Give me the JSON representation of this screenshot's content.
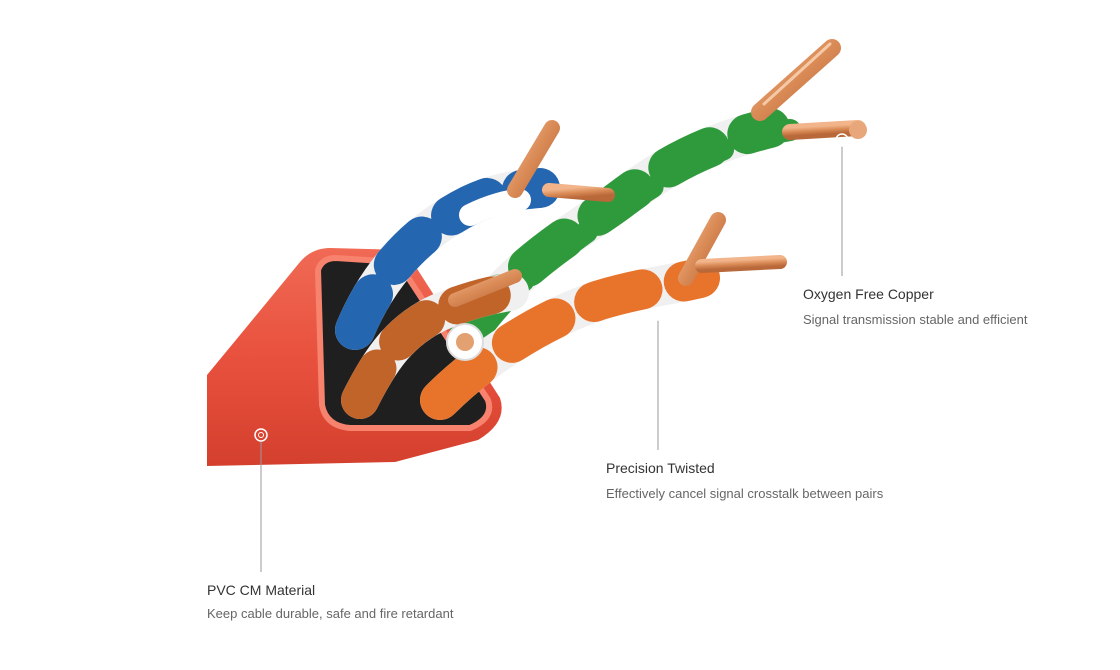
{
  "callouts": [
    {
      "title": "PVC  CM Material",
      "desc": "Keep cable durable, safe and fire retardant"
    },
    {
      "title": "Precision Twisted",
      "desc": "Effectively cancel signal crosstalk between pairs"
    },
    {
      "title": "Oxygen Free Copper",
      "desc": "Signal transmission stable and efficient"
    }
  ],
  "colors": {
    "jacket": "#e8513d",
    "orange_pair": "#e8742c",
    "green_pair": "#2f9a3c",
    "blue_pair": "#2566b0",
    "brown_pair": "#c0642a",
    "copper": "#d98a55",
    "white_insulation": "#f0f0f0"
  }
}
